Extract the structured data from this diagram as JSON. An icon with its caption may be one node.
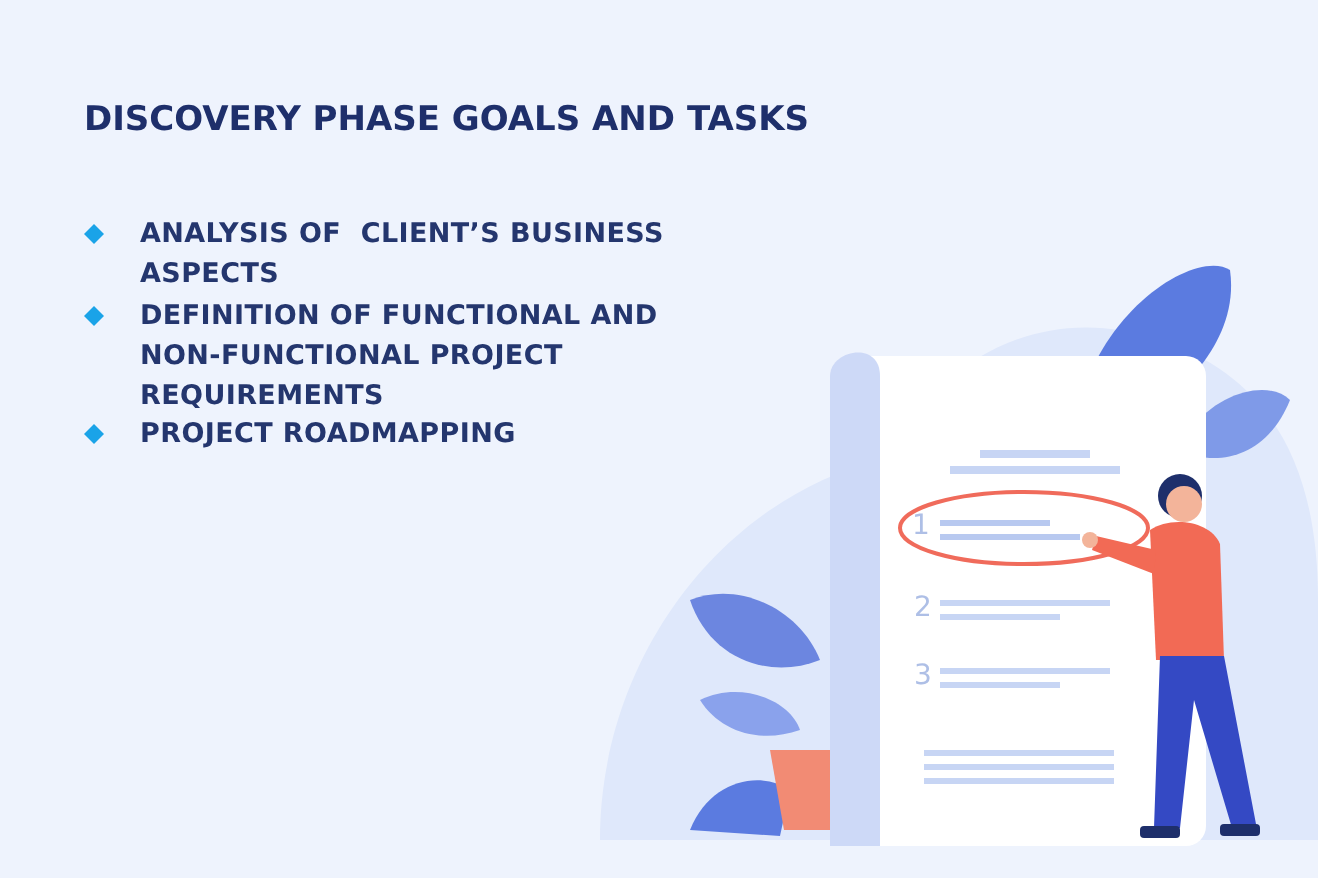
{
  "diagram": {
    "title": "DISCOVERY PHASE GOALS AND TASKS",
    "labels": [
      "ANALYSIS OF  CLIENT’S BUSINESS ASPECTS",
      "DEFINITION OF FUNCTIONAL AND NON-FUNCTIONAL PROJECT REQUIREMENTS",
      "PROJECT ROADMAPPING",
      "1",
      "2",
      "3"
    ]
  }
}
